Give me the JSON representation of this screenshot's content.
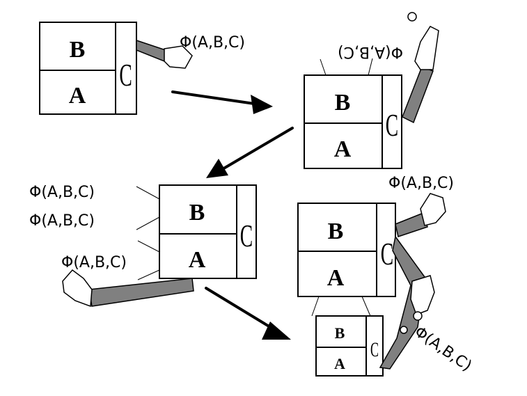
{
  "labels": {
    "b": "B",
    "a": "A",
    "c": "C",
    "phi": "Φ(A,B,C)"
  },
  "colors": {
    "arm": "#808080",
    "ink": "#000000",
    "background": "#ffffff"
  }
}
